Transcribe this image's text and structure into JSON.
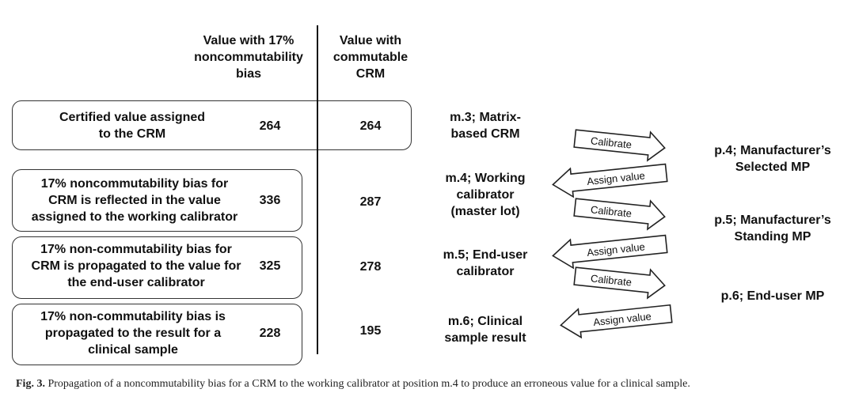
{
  "headers": {
    "col_noncommutable": "Value with 17%\nnoncommutability\nbias",
    "col_commutable": "Value with\ncommutable\nCRM"
  },
  "rows": [
    {
      "description": "Certified value assigned\nto the CRM",
      "value_bias": "264",
      "value_commutable": "264"
    },
    {
      "description": "17% noncommutability bias for\nCRM is reflected in the value\nassigned to the working calibrator",
      "value_bias": "336",
      "value_commutable": "287"
    },
    {
      "description": "17% non-commutability bias for\nCRM is propagated to the value for\nthe end-user calibrator",
      "value_bias": "325",
      "value_commutable": "278"
    },
    {
      "description": "17% non-commutability bias is\npropagated to the result for a\nclinical sample",
      "value_bias": "228",
      "value_commutable": "195"
    }
  ],
  "chain": [
    "m.3; Matrix-\nbased CRM",
    "m.4; Working\ncalibrator\n(master lot)",
    "m.5; End-user\ncalibrator",
    "m.6; Clinical\nsample result"
  ],
  "procedures": [
    "p.4; Manufacturer’s\nSelected MP",
    "p.5; Manufacturer’s\nStanding MP",
    "p.6; End-user MP"
  ],
  "arrows": [
    {
      "label": "Calibrate",
      "direction": "right"
    },
    {
      "label": "Assign value",
      "direction": "left"
    },
    {
      "label": "Calibrate",
      "direction": "right"
    },
    {
      "label": "Assign value",
      "direction": "left"
    },
    {
      "label": "Calibrate",
      "direction": "right"
    },
    {
      "label": "Assign value",
      "direction": "left"
    }
  ],
  "caption": {
    "label": "Fig. 3.",
    "text": "Propagation of a noncommutability bias for a CRM to the working calibrator at position m.4 to produce an erroneous value for a clinical sample."
  }
}
